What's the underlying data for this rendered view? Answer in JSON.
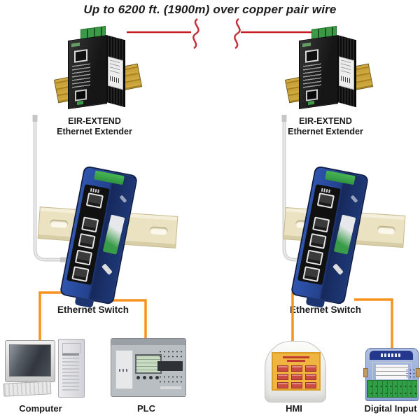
{
  "title": "Up to 6200 ft. (1900m) over copper pair wire",
  "colors": {
    "copper_wire_red": "#c51a1f",
    "cable_orange": "#f6921e",
    "patch_cable_gray": "#d2d2d2",
    "din_rail_gold": "#c9a23b",
    "din_rail_beige": "#ebe2c2",
    "switch_blue": "#24418c",
    "extender_black": "#1b1b1b",
    "terminal_green": "#3c9a47",
    "hmi_screen_yellow": "#f0b541",
    "label_text": "#1c1c1c"
  },
  "left": {
    "extender": {
      "name": "EIR-EXTEND",
      "type": "Ethernet Extender"
    },
    "switch": {
      "label": "Ethernet Switch"
    },
    "devices": [
      {
        "label": "Computer"
      },
      {
        "label": "PLC"
      }
    ]
  },
  "right": {
    "extender": {
      "name": "EIR-EXTEND",
      "type": "Ethernet Extender"
    },
    "switch": {
      "label": "Ethernet Switch"
    },
    "devices": [
      {
        "label": "HMI"
      },
      {
        "label": "Digital Input"
      }
    ]
  }
}
